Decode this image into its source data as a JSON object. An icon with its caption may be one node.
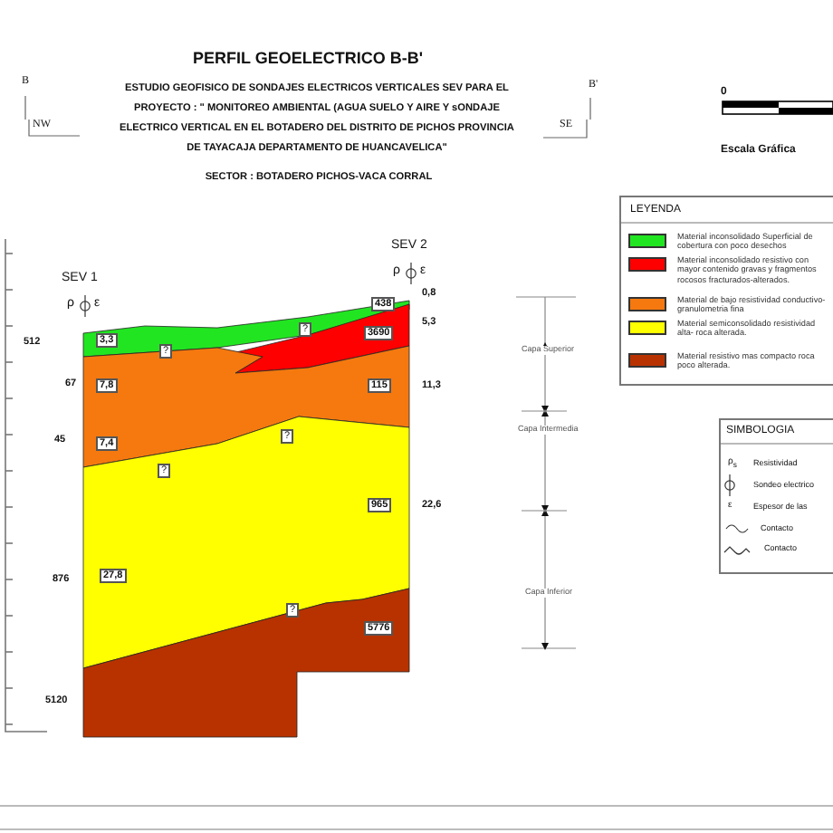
{
  "diagram": {
    "title": "PERFIL GEOELECTRICO  B-B'",
    "labels": [
      "ESTUDIO GEOFISICO DE SONDAJES ELECTRICOS VERTICALES SEV PARA  EL PROYECTO  : \" MONITOREO AMBIENTAL (AGUA  SUELO Y AIRE Y sONDAJE ELECTRICO VERTICAL EN EL BOTADERO DEL DISTRITO DE PICHOS PROVINCIA DE TAYACAJA DEPARTAMENTO DE  HUANCAVELICA\"",
      "SECTOR  :  BOTADERO PICHOS-VACA CORRAL",
      "B",
      "NW",
      "B'",
      "SE",
      "0",
      "Escala Gráfica",
      "SEV 1",
      "ρ",
      "ε",
      "SEV 2",
      "ρ",
      "ε",
      "512",
      "3,3",
      "438",
      "0,8",
      "?",
      "?",
      "3690",
      "5,3",
      "67",
      "7,8",
      "115",
      "11,3",
      "45",
      "7,4",
      "?",
      "?",
      "965",
      "22,6",
      "876",
      "27,8",
      "?",
      "5776",
      "5120",
      "Capa  Superior",
      "Capa  Intermedia",
      "Capa  Inferior",
      "LEYENDA",
      "SIMBOLOGIA",
      "ρ$_{s}$",
      "Resistividad",
      "Sondeo electrico",
      "ε",
      "Espesor de las",
      "Contacto",
      "Contacto"
    ],
    "legend": [
      {
        "text": "Material inconsolidado Superficial de cobertura con poco desechos",
        "color": "#22e522"
      },
      {
        "text": "Material inconsolidado resistivo con mayor contenido gravas y fragmentos rocosos fracturados-alterados.",
        "color": "#ff0000"
      },
      {
        "text": "Material  de bajo resistividad conductivo- granulometria fina",
        "color": "#f5790f"
      },
      {
        "text": "Material  semiconsolidado resistividad alta- roca alterada.",
        "color": "#ffff00"
      },
      {
        "text": "Material resistivo mas compacto roca poco alterada.",
        "color": "#b83200"
      }
    ]
  }
}
